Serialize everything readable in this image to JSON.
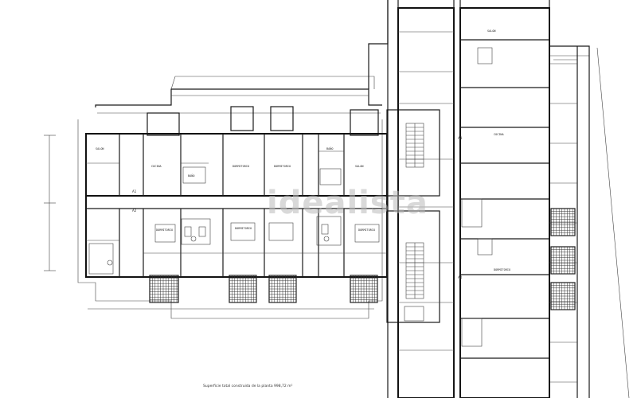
{
  "watermark": "idealista",
  "caption": "Superficie total construida de la planta     998,72 m²",
  "colors": {
    "line": "#1a1a1a",
    "watermark": "#b9b9b9",
    "background": "#ffffff"
  },
  "room_labels": [
    "SALON",
    "COCINA",
    "DORMITORIO",
    "BAÑO",
    "DORMITORIO",
    "SALON",
    "DORMITORIO",
    "DORMITORIO",
    "BAÑO",
    "SALON",
    "COCINA",
    "DORMITORIO"
  ],
  "axis_marks": [
    "A1",
    "A2",
    "A3",
    "A4"
  ]
}
